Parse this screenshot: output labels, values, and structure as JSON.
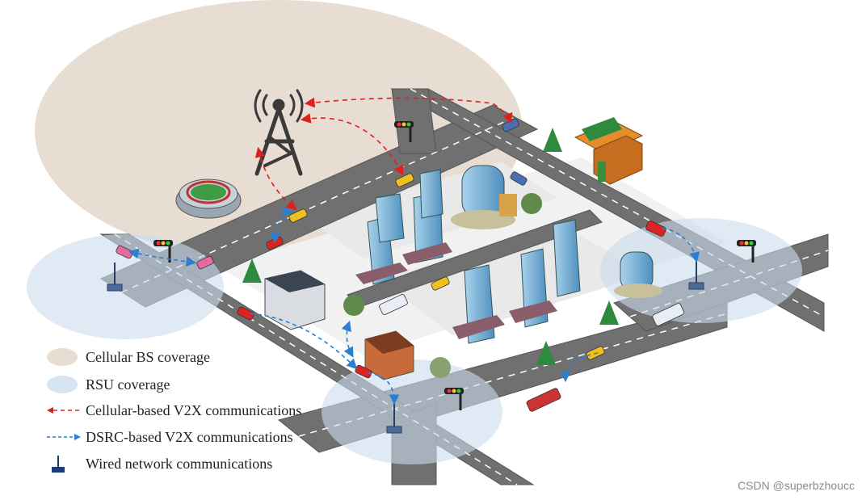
{
  "legend": {
    "items": [
      {
        "key": "cellular_bs",
        "label": "Cellular BS coverage",
        "icon": "beige-ellipse-icon"
      },
      {
        "key": "rsu",
        "label": "RSU coverage",
        "icon": "blue-ellipse-icon"
      },
      {
        "key": "cellular_v2x",
        "label": "Cellular-based V2X communications",
        "icon": "red-dashed-arrow-icon"
      },
      {
        "key": "dsrc_v2x",
        "label": "DSRC-based V2X communications",
        "icon": "blue-dashed-arrow-icon"
      },
      {
        "key": "wired",
        "label": "Wired network communications",
        "icon": "rsu-post-icon"
      }
    ]
  },
  "colors": {
    "cellular_coverage": "#e8ddd3",
    "rsu_coverage": "#d6e4f1",
    "road": "#707070",
    "road_edge": "#555555",
    "lane_mark": "#ffffff",
    "cellular_link": "#e02020",
    "dsrc_link": "#2a7fd0",
    "tower": "#3a3a3a",
    "building_glass": "#7fb7d9",
    "tree": "#2e8b3e"
  },
  "watermark": "CSDN @superbzhoucc"
}
